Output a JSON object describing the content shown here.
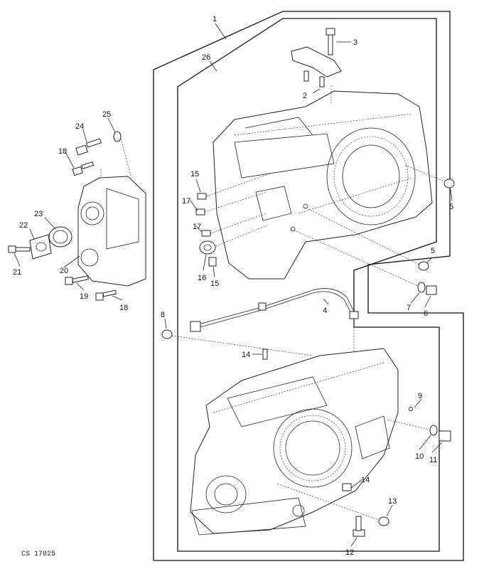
{
  "figure_id": "CS 17025",
  "callouts": {
    "c1": "1",
    "c2": "2",
    "c3": "3",
    "c4": "4",
    "c5a": "5",
    "c5b": "5",
    "c6": "6",
    "c7": "7",
    "c8": "8",
    "c9": "9",
    "c10": "10",
    "c11": "11",
    "c12": "12",
    "c13": "13",
    "c14a": "14",
    "c14b": "14",
    "c15a": "15",
    "c15b": "15",
    "c16": "16",
    "c17a": "17",
    "c17b": "17",
    "c18a": "18",
    "c18b": "18",
    "c19": "19",
    "c20": "20",
    "c21": "21",
    "c22": "22",
    "c23": "23",
    "c24": "24",
    "c25": "25",
    "c26": "26"
  }
}
